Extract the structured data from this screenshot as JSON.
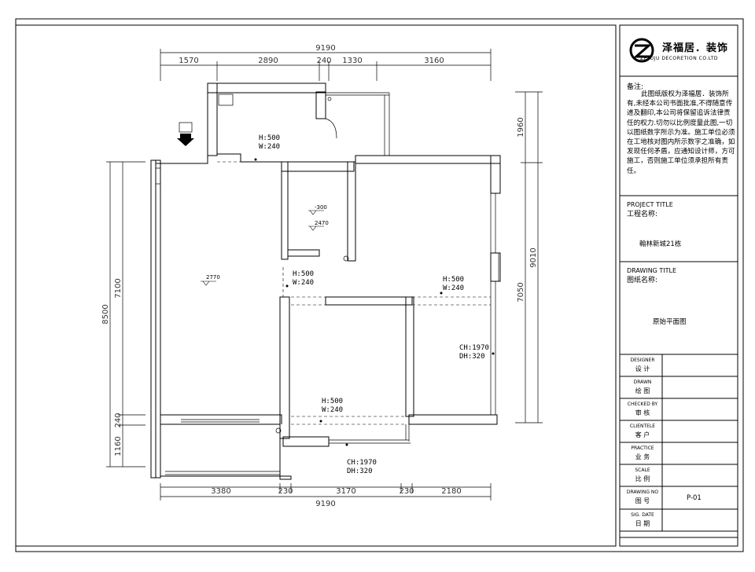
{
  "company": {
    "name_cn": "泽福居．装饰",
    "name_en": "ZEFUJU DECORETION CO.LTD"
  },
  "notes": {
    "label": "备注:",
    "text": "此图纸版权为泽福居．装饰所有,未经本公司书面批准,不得随意传递及翻印,本公司将保留追诉法律责任的权力.切勿以比例度量此图,一切以图纸数字所示为准。施工单位必须在工地核对图内所示数字之准确，如发现任何矛盾，应通知设计师，方可施工，否则施工单位须承担所有责任。"
  },
  "project": {
    "label_en": "PROJECT TITLE",
    "label_cn": "工程名称:",
    "value": "翰林新城21栋"
  },
  "drawing": {
    "label_en": "DRAWING TITLE",
    "label_cn": "图纸名称:",
    "value": "原始平面图"
  },
  "rows": [
    {
      "en": "DESIGNER",
      "cn": "设 计",
      "value": ""
    },
    {
      "en": "DRAWN",
      "cn": "绘 图",
      "value": ""
    },
    {
      "en": "CHECKED BY",
      "cn": "审 核",
      "value": ""
    },
    {
      "en": "CLIENTELE",
      "cn": "客 户",
      "value": ""
    },
    {
      "en": "PRACTICE",
      "cn": "业 务",
      "value": ""
    },
    {
      "en": "SCALE",
      "cn": "比 例",
      "value": ""
    },
    {
      "en": "DRAWING NO",
      "cn": "图 号",
      "value": "P-01"
    },
    {
      "en": "SIG. DATE",
      "cn": "日 期",
      "value": ""
    }
  ],
  "dimensions": {
    "top_total": "9190",
    "top_segments": [
      "1570",
      "2890",
      "240",
      "1330",
      "3160"
    ],
    "bottom_segments": [
      "3380",
      "230",
      "3170",
      "230",
      "2180"
    ],
    "bottom_total": "9190",
    "left_total": "8500",
    "left_segments": [
      "7100",
      "240",
      "1160"
    ],
    "right_total": "9010",
    "right_segments": [
      "1960",
      "7050"
    ]
  },
  "annotations": {
    "beam_h": "H:500",
    "beam_w": "W:240",
    "window_ch": "CH:1970",
    "window_dh": "DH:320",
    "level_2770": "2770",
    "level_minus300": "-300",
    "level_2470": "2470"
  }
}
